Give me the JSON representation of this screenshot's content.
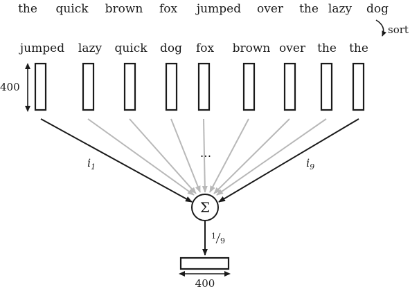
{
  "sentence": [
    "the",
    "quick",
    "brown",
    "fox",
    "jumped",
    "over",
    "the",
    "lazy",
    "dog"
  ],
  "sorted": [
    "jumped",
    "lazy",
    "quick",
    "dog",
    "fox",
    "brown",
    "over",
    "the",
    "the"
  ],
  "sort_label": "sort",
  "dimension_label": "400",
  "output_dimension_label": "400",
  "ellipsis": "···",
  "first_weight": {
    "base": "i",
    "sub": "1"
  },
  "last_weight": {
    "base": "i",
    "sub": "9"
  },
  "sum_symbol": "Σ",
  "scale_label": {
    "num": "1",
    "den": "9"
  },
  "colors": {
    "ink": "#1a1a1a",
    "faded_arrow": "#b8b8b8"
  }
}
